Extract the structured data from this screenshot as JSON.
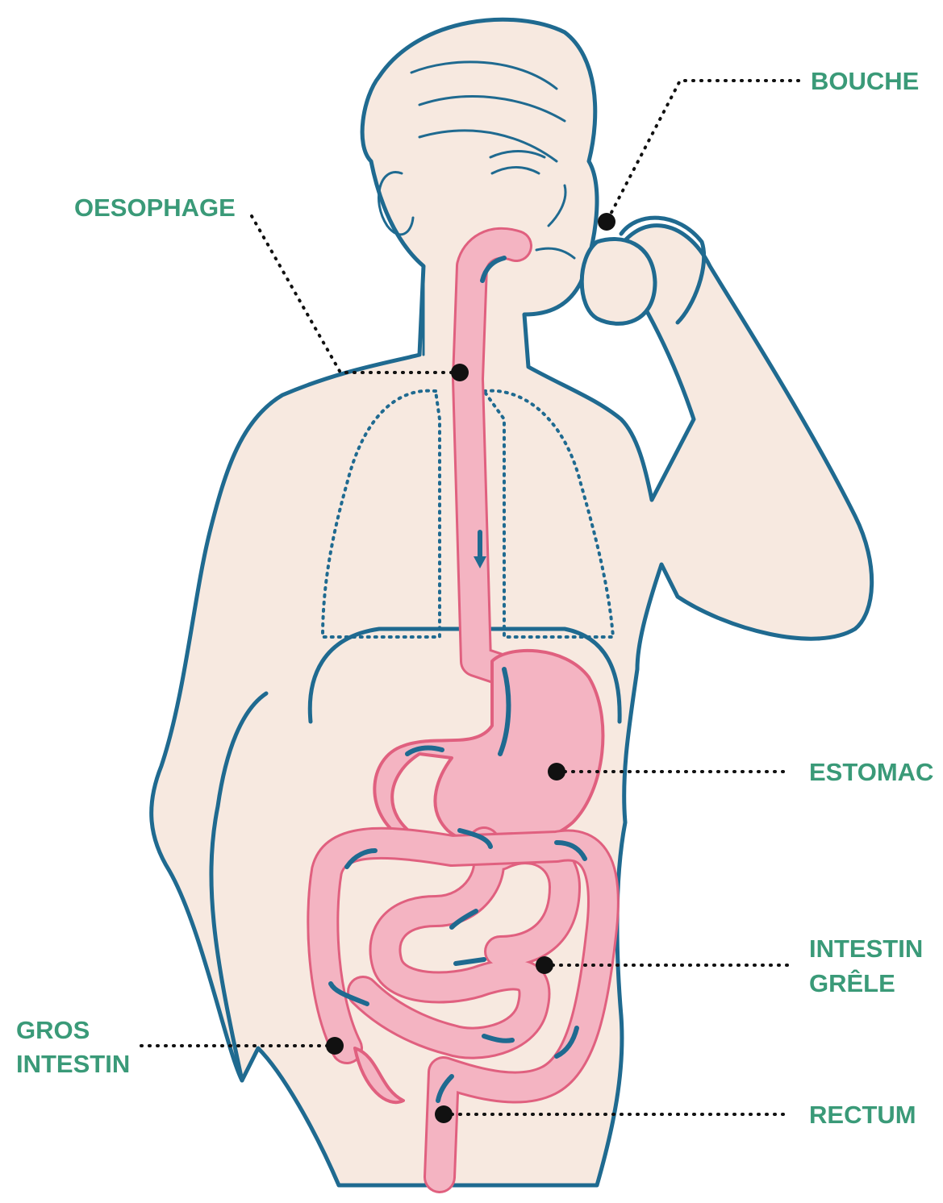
{
  "labels": {
    "bouche": "BOUCHE",
    "oesophage": "OESOPHAGE",
    "estomac": "ESTOMAC",
    "intestin_grele_line1": "INTESTIN",
    "intestin_grele_line2": "GRÊLE",
    "gros_intestin_line1": "GROS",
    "gros_intestin_line2": "INTESTIN",
    "rectum": "RECTUM"
  },
  "colors": {
    "label": "#3a9a78",
    "outline": "#1f6a90",
    "skin": "#f7e9e0",
    "gut_fill": "#f4b4c2",
    "gut_edge": "#e0607f",
    "leader": "#111111"
  }
}
